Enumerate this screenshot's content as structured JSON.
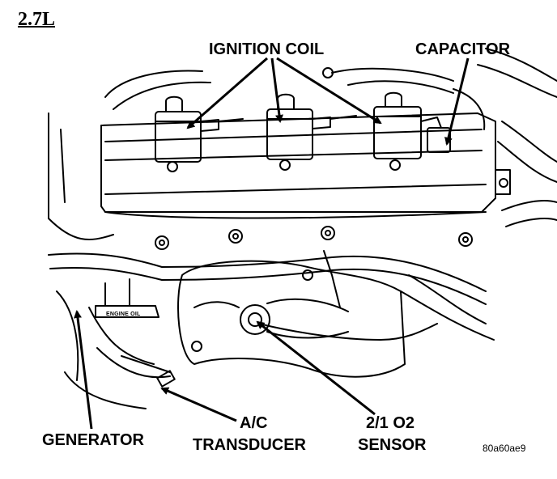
{
  "engine": "2.7L",
  "labels": {
    "ignition_coil": "IGNITION COIL",
    "capacitor": "CAPACITOR",
    "generator": "GENERATOR",
    "ac_transducer_line1": "A/C",
    "ac_transducer_line2": "TRANSDUCER",
    "o2_sensor_line1": "2/1 O2",
    "o2_sensor_line2": "SENSOR"
  },
  "engine_oil_tag": "ENGINE OIL",
  "figure_id": "80a60ae9",
  "colors": {
    "ink": "#000000",
    "paper": "#ffffff"
  }
}
